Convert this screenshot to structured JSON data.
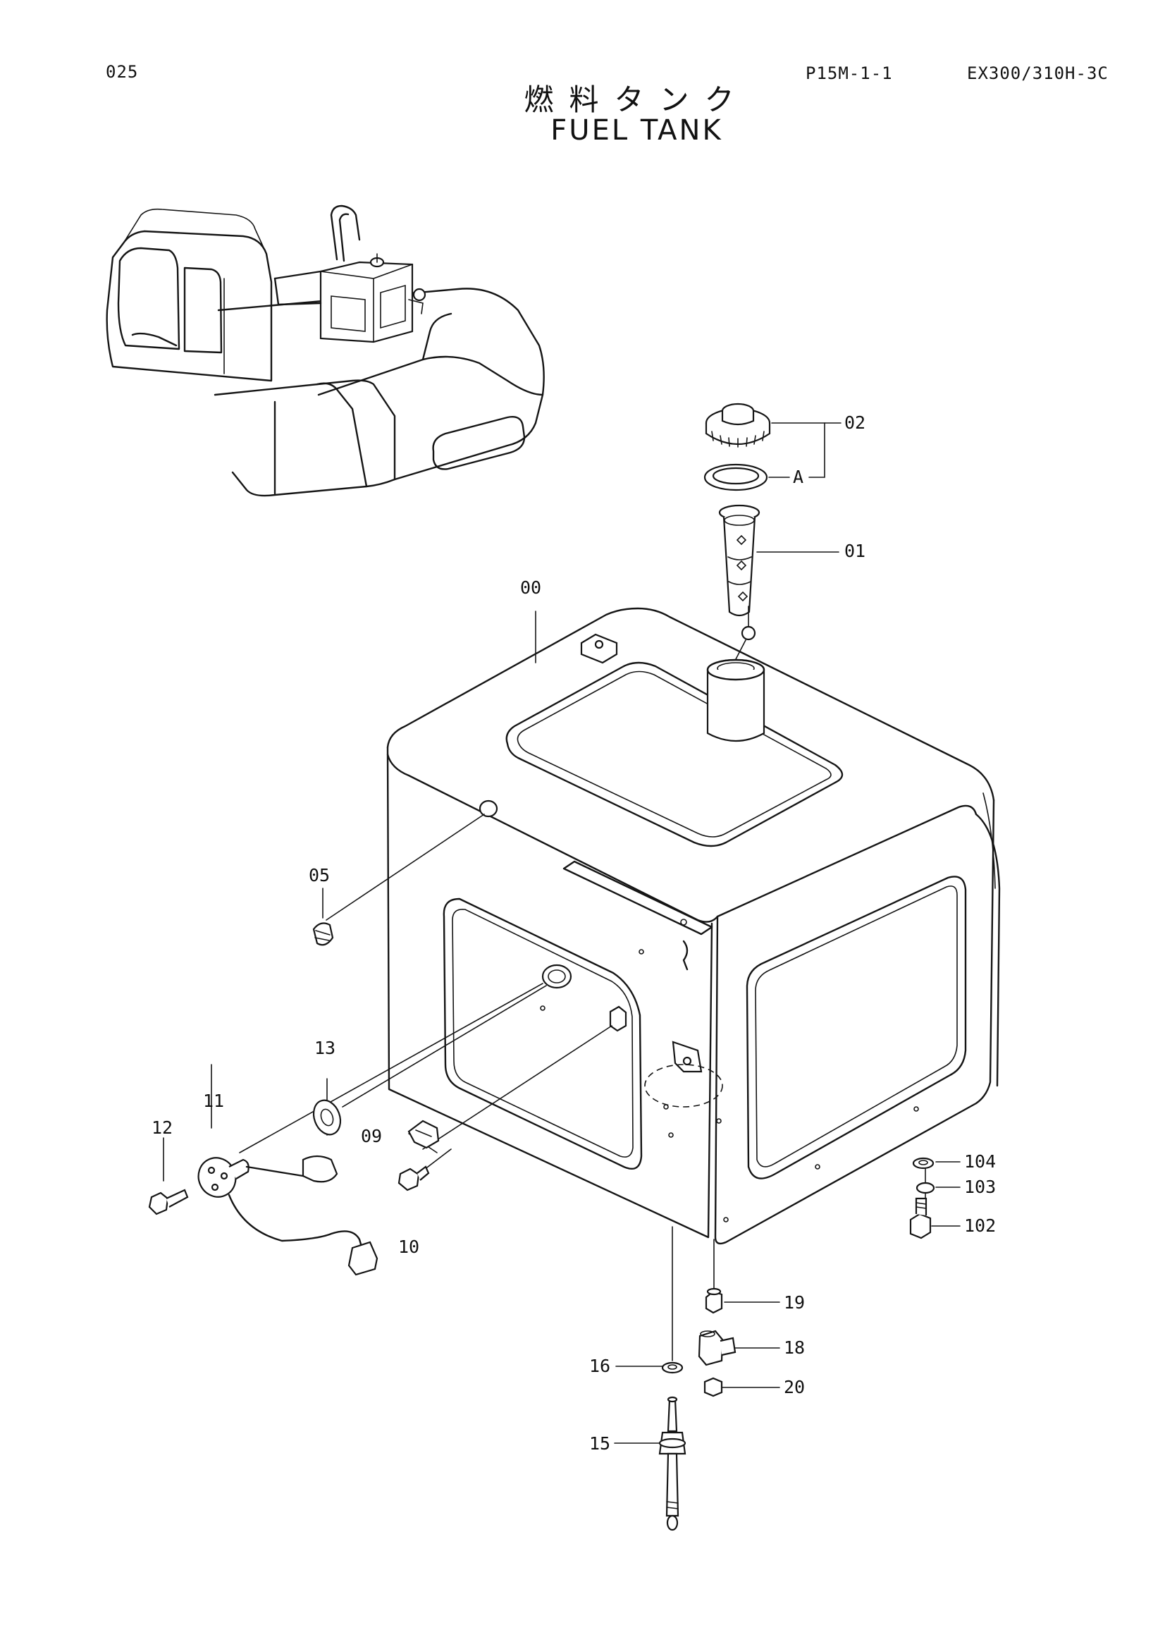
{
  "header": {
    "page_number": "025",
    "reference_code": "P15M-1-1",
    "model": "EX300/310H-3C"
  },
  "title": {
    "japanese": "燃料タンク",
    "english": "FUEL TANK"
  },
  "callouts": {
    "tank": "00",
    "filter": "01",
    "cap": "02",
    "seal": "A",
    "cap_plug": "05",
    "clip": "09",
    "clip_bolt": "10",
    "sender": "11",
    "sender_bolt": "12",
    "gasket": "13",
    "drain_pipe": "15",
    "drain_washer": "16",
    "drain_cock": "18",
    "drain_fitting": "19",
    "drain_plug": "20",
    "mount_bolt": "102",
    "spring_washer": "103",
    "flat_washer": "104"
  }
}
